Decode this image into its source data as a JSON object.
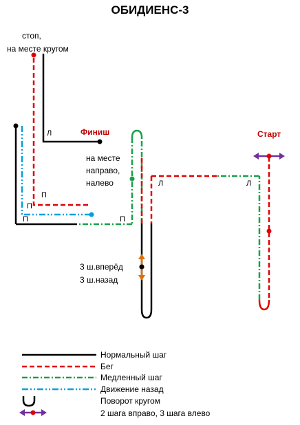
{
  "title": "ОБИДИЕНС-3",
  "labels": {
    "stop_line1": "стоп,",
    "stop_line2": "на месте кругом",
    "finish": "Финиш",
    "start": "Старт",
    "spot_line1": "на месте",
    "spot_line2": "направо,",
    "spot_line3": "налево",
    "steps_line1": "3 ш.вперёд",
    "steps_line2": "3 ш.назад"
  },
  "markers": {
    "left": "Л",
    "right": "П"
  },
  "legend": [
    {
      "label": "Нормальный шаг",
      "color": "#000000",
      "style": "solid"
    },
    {
      "label": "Бег",
      "color": "#e00000",
      "style": "dash"
    },
    {
      "label": "Медленный шаг",
      "color": "#1aa04a",
      "style": "dashdot"
    },
    {
      "label": "Движение назад",
      "color": "#00a0e0",
      "style": "dashdotdot"
    },
    {
      "label": "Поворот кругом",
      "icon": "u-turn-icon"
    },
    {
      "label": "2 шага вправо,  3 шага влево",
      "icon": "double-arrow-icon",
      "color": "#7030a0"
    }
  ],
  "colors": {
    "normal": "#000000",
    "run": "#e00000",
    "slow": "#1aa04a",
    "back": "#00a0e0",
    "sidestep": "#7030a0",
    "forward_back": "#e07000",
    "text_red": "#c00000"
  }
}
